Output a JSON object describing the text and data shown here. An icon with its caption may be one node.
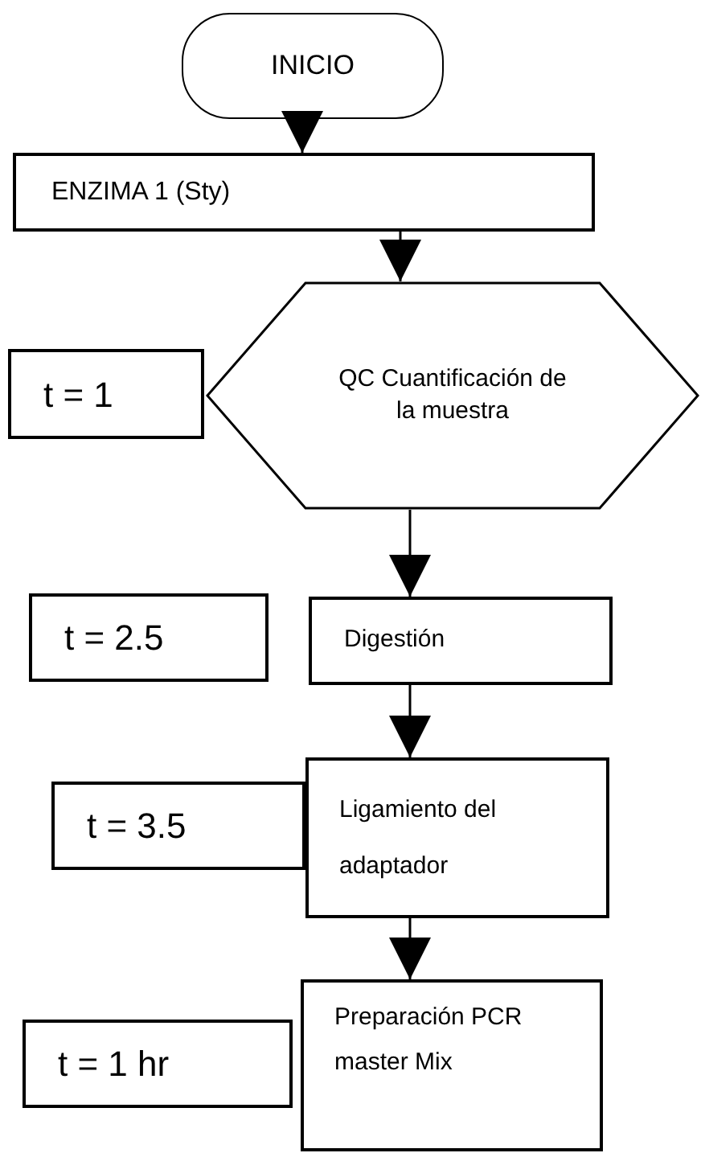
{
  "diagram": {
    "nodes": [
      {
        "text": [
          "INICIO"
        ]
      },
      {
        "text": [
          "ENZIMA 1 (Sty)"
        ]
      },
      {
        "text": [
          "t = 1"
        ]
      },
      {
        "text": [
          "QC Cuantificación de la muestra"
        ]
      },
      {
        "text": [
          "t = 2.5"
        ]
      },
      {
        "text": [
          "Digestión"
        ]
      },
      {
        "text": [
          "t = 3.5"
        ]
      },
      {
        "text": [
          "Ligamiento del adaptador"
        ]
      },
      {
        "text": [
          "t = 1 hr"
        ]
      },
      {
        "text": [
          "Preparación PCR master Mix"
        ]
      }
    ],
    "edges": [
      {
        "from": 0,
        "to": 1,
        "arrow": "to"
      },
      {
        "from": 1,
        "to": 3,
        "arrow": "to"
      },
      {
        "from": 3,
        "to": 5,
        "arrow": "to"
      },
      {
        "from": 5,
        "to": 7,
        "arrow": "to"
      },
      {
        "from": 7,
        "to": 9,
        "arrow": "to"
      }
    ]
  }
}
